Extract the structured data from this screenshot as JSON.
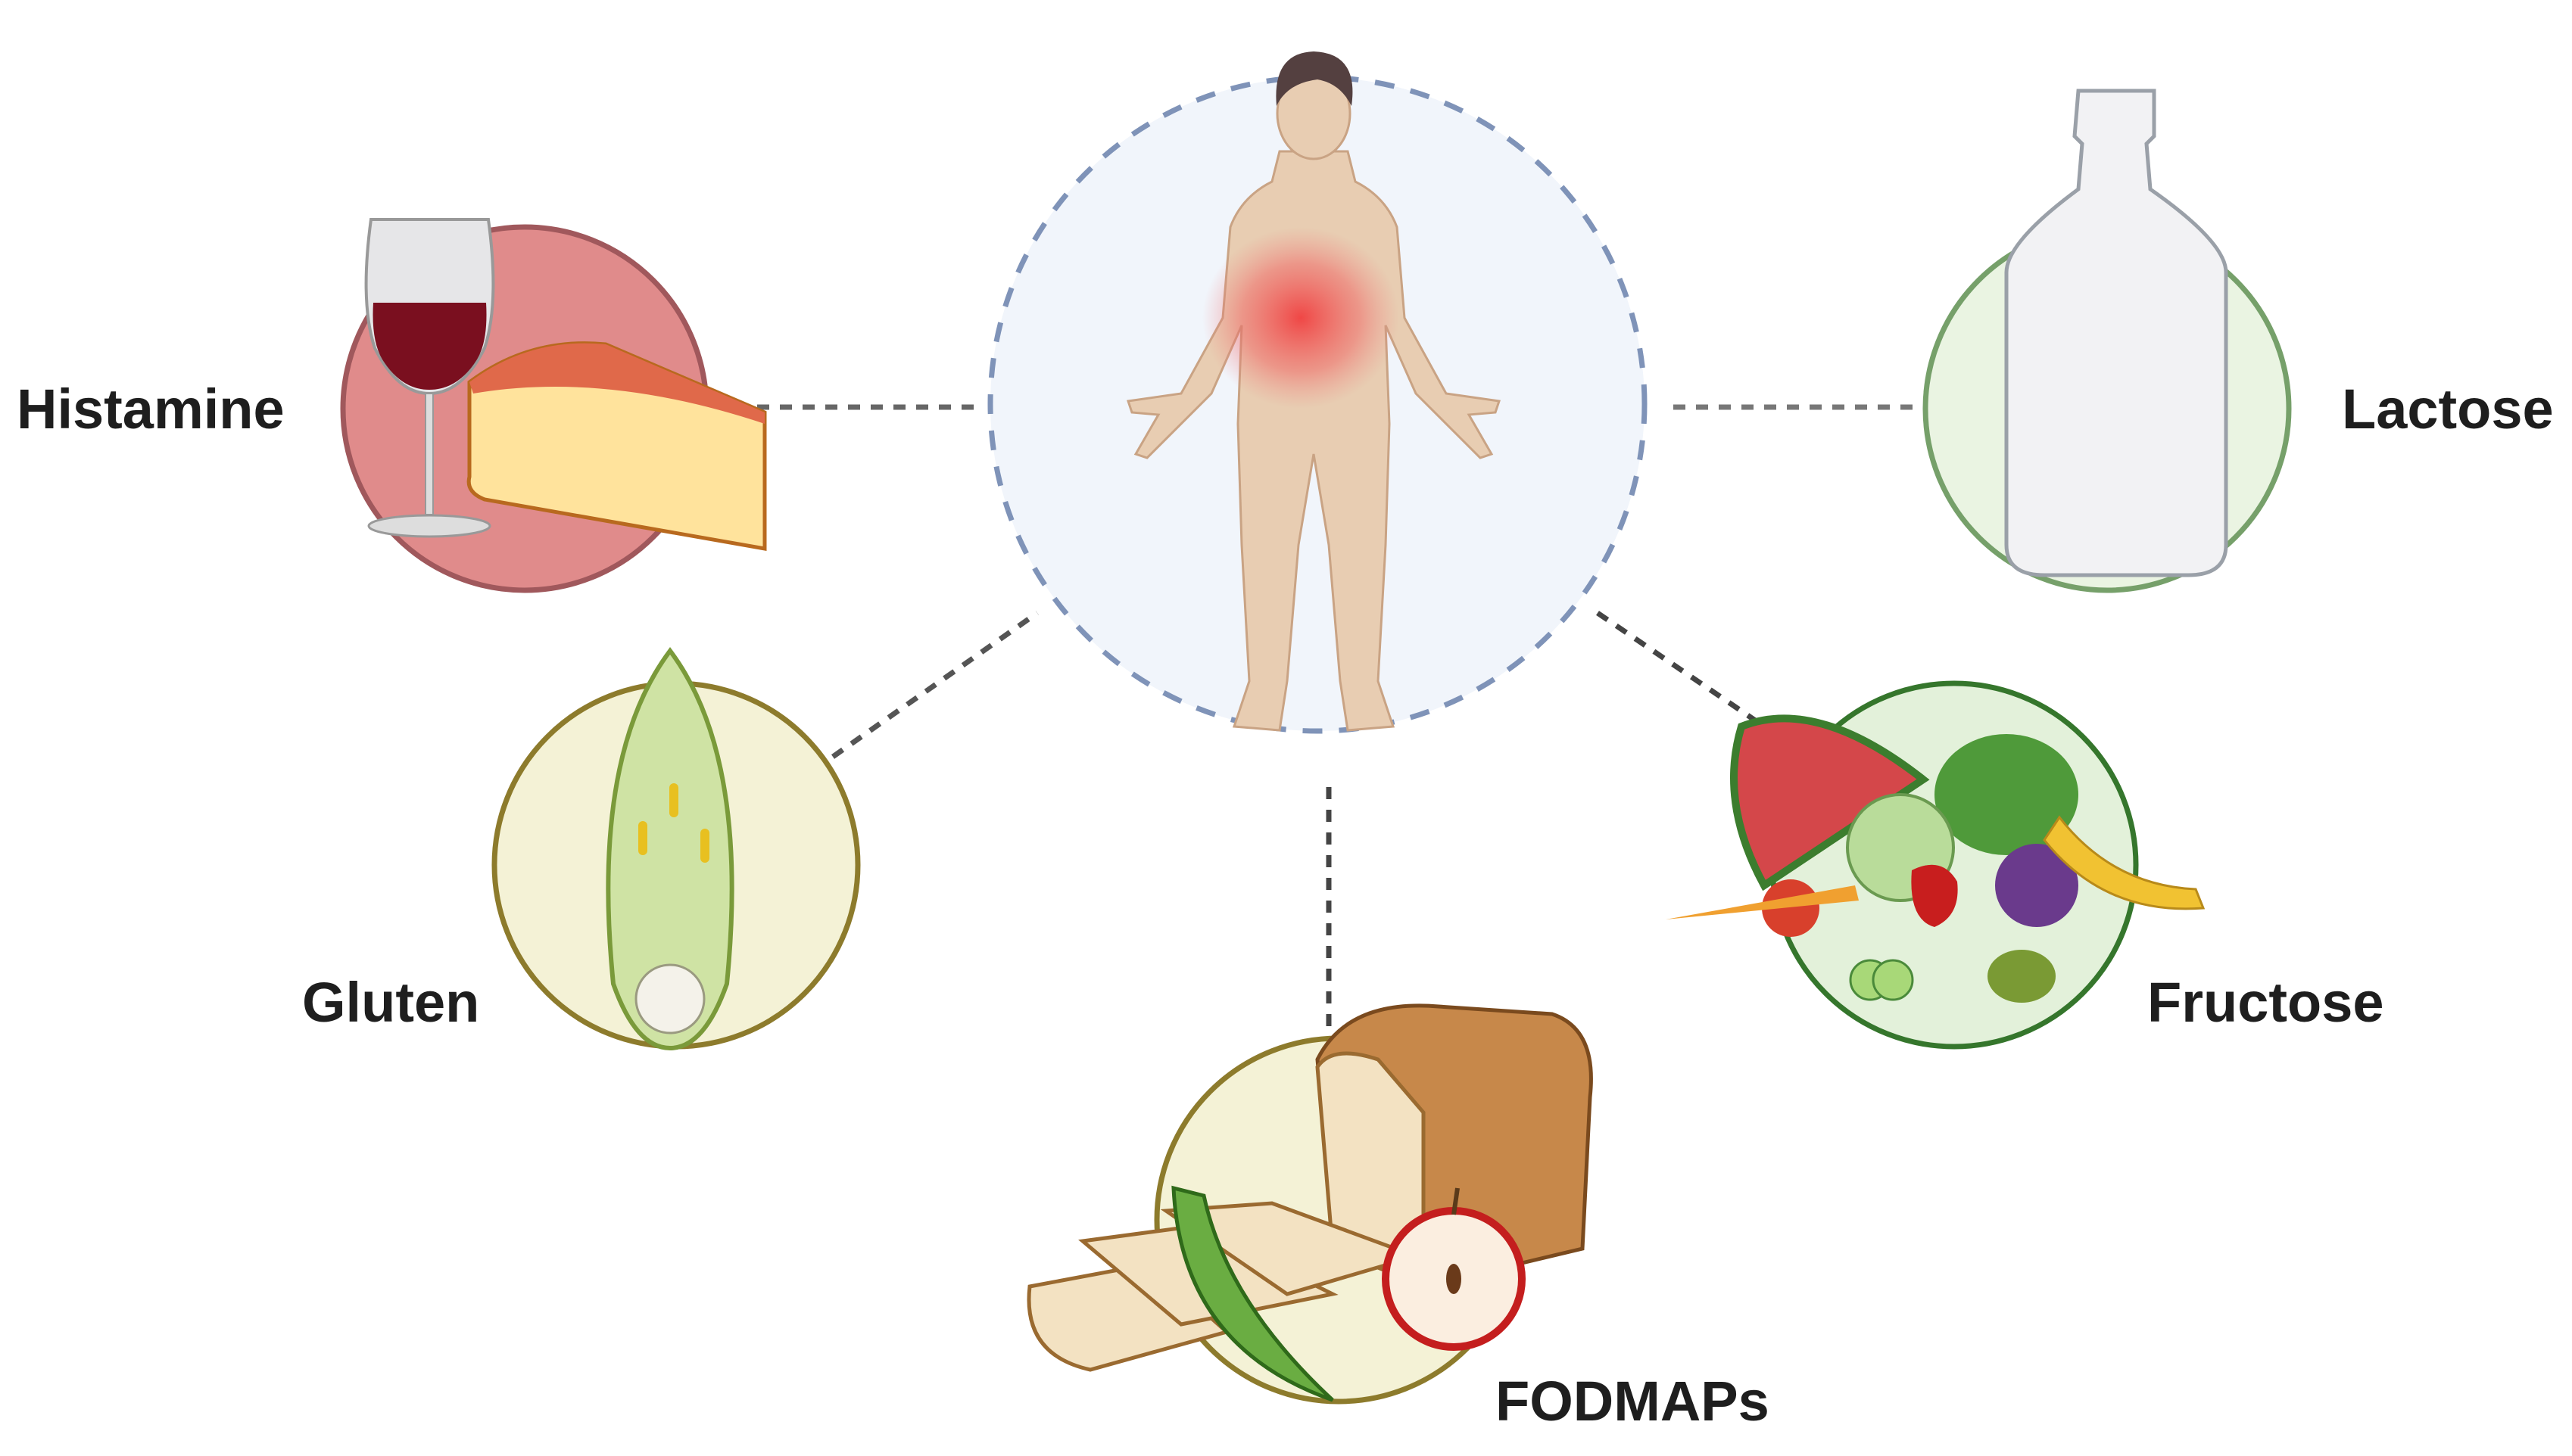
{
  "labels": {
    "histamine": "Histamine",
    "lactose": "Lactose",
    "gluten": "Gluten",
    "fructose": "Fructose",
    "fodmaps": "FODMAPs"
  },
  "colors": {
    "center_fill": "#f1f5fb",
    "center_stroke": "#7f93b8",
    "histamine_fill": "#e08b8b",
    "histamine_stroke": "#a0585c",
    "lactose_fill": "#eaf4e2",
    "lactose_stroke": "#76a06a",
    "gluten_fill": "#f4f2d6",
    "gluten_stroke": "#8d7b2c",
    "fructose_fill": "#e3f1da",
    "fructose_stroke": "#35762c",
    "fodmaps_fill": "#f4f2d6",
    "fodmaps_stroke": "#8d7b2c",
    "pain": "#f04040"
  },
  "icons": [
    "human-body-icon",
    "wine-glass-icon",
    "cheese-icon",
    "milk-bottle-icon",
    "wheat-grain-icon",
    "fruits-vegetables-icon",
    "bread-icon",
    "pea-pod-icon",
    "apple-icon"
  ]
}
